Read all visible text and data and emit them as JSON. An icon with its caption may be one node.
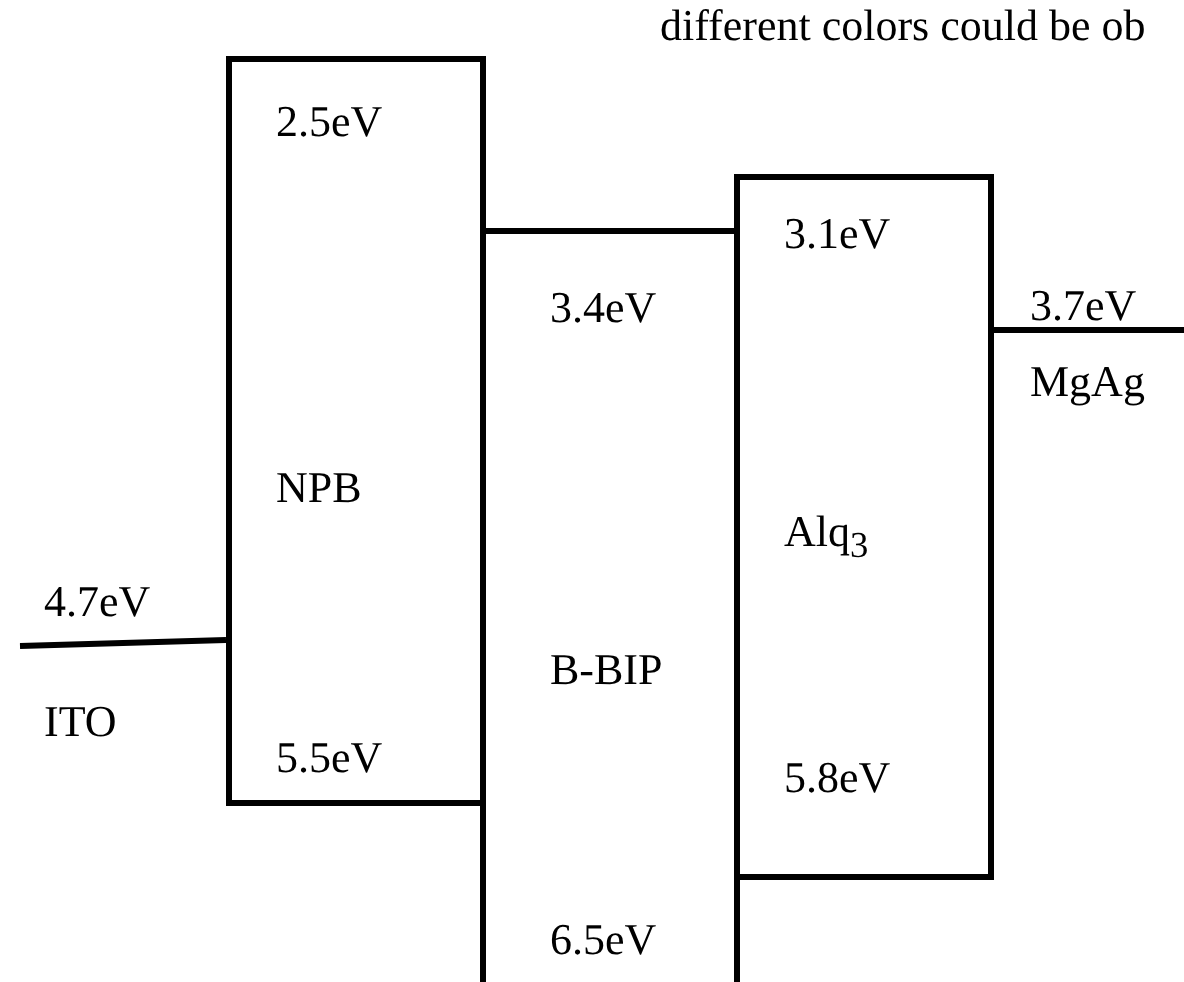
{
  "diagram": {
    "nodes": [
      {
        "text": [
          "2.5eV",
          "NPB",
          "5.5eV"
        ]
      },
      {
        "text": [
          "3.4eV",
          "B-BIP",
          "6.5eV"
        ]
      },
      {
        "text": [
          "3.1eV",
          "Alq$_{3}$",
          "5.8eV"
        ]
      }
    ],
    "edges": [],
    "labels": [
      "different colors could be ob",
      "3.7eV",
      "MgAg",
      "4.7eV",
      "ITO"
    ]
  }
}
